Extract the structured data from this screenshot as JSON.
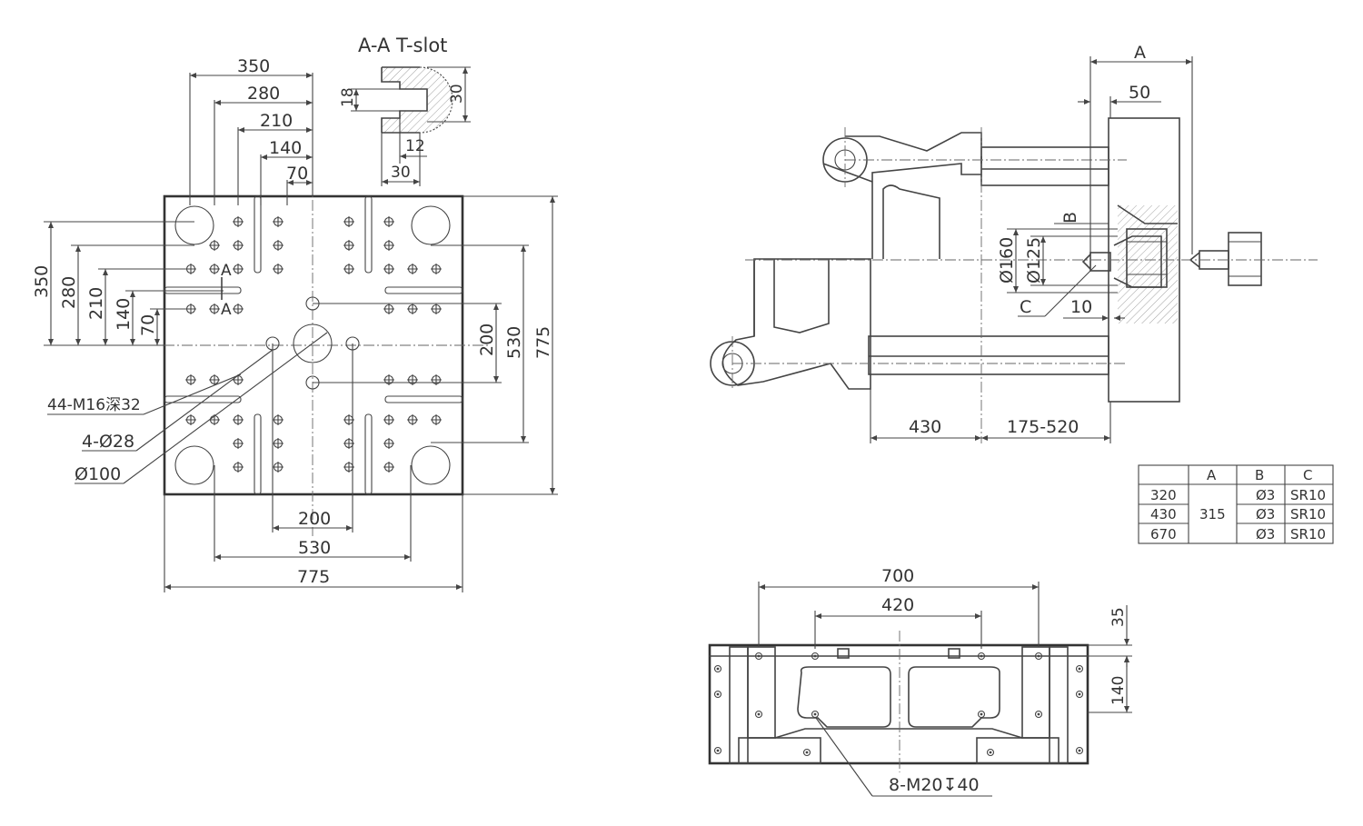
{
  "platen": {
    "section_title": "A-A T-slot",
    "section_dims": {
      "slot_depth": "18",
      "slot_total": "30",
      "neck": "12",
      "head": "30"
    },
    "top_dims": [
      "350",
      "280",
      "210",
      "140",
      "70"
    ],
    "left_dims": [
      "350",
      "280",
      "210",
      "140",
      "70"
    ],
    "right_dims": [
      "200",
      "530",
      "775"
    ],
    "bottom_dims": [
      "200",
      "530",
      "775"
    ],
    "section_mark": "A",
    "callouts": {
      "tapped_holes": "44-M16深32",
      "tiebar_holes": "4-Ø28",
      "center_hole": "Ø100"
    }
  },
  "side_view": {
    "labels": {
      "a": "A",
      "b": "B",
      "c": "C"
    },
    "dims": {
      "a_offset": "50",
      "dia_outer": "Ø160",
      "dia_inner": "Ø125",
      "c_offset": "10",
      "stroke_base": "430",
      "stroke_range": "175-520"
    }
  },
  "spec_table": {
    "headers": [
      "",
      "A",
      "B",
      "C"
    ],
    "rows": [
      {
        "model": "320",
        "a": "315",
        "b": "Ø3",
        "c": "SR10"
      },
      {
        "model": "430",
        "a": "",
        "b": "Ø3",
        "c": "SR10"
      },
      {
        "model": "670",
        "a": "",
        "b": "Ø3",
        "c": "SR10"
      }
    ]
  },
  "base_view": {
    "dims": {
      "width": "700",
      "inner": "420",
      "top": "35",
      "height": "140"
    },
    "callout": "8-M20↧40"
  }
}
